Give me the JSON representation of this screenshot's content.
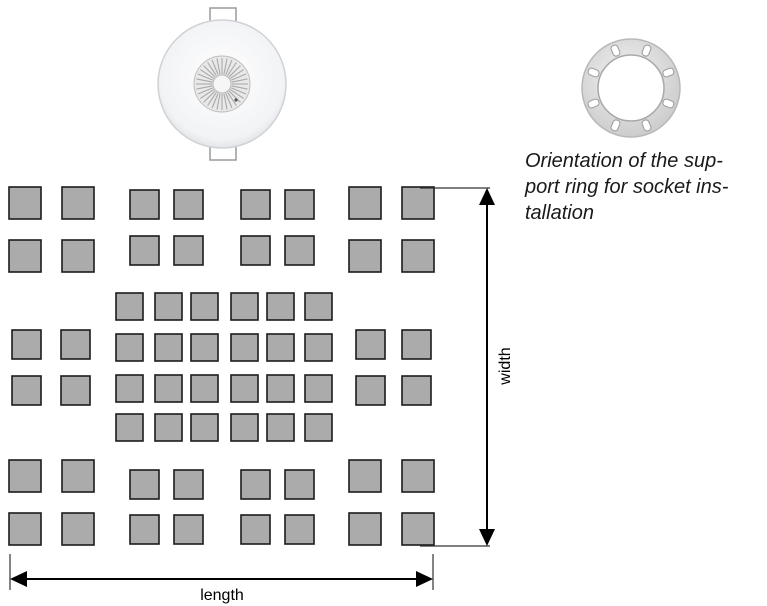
{
  "caption": {
    "lines": [
      "Orientation of the sup-",
      "port ring for socket ins-",
      "tallation"
    ]
  },
  "labels": {
    "width": "width",
    "length": "length"
  },
  "colors": {
    "square_fill": "#ababab",
    "square_stroke": "#1c1c1c",
    "arrow": "#000000",
    "guide_line": "#333333"
  },
  "icons": {
    "detector": "presence-detector-photo",
    "ring": "support-ring-photo"
  }
}
